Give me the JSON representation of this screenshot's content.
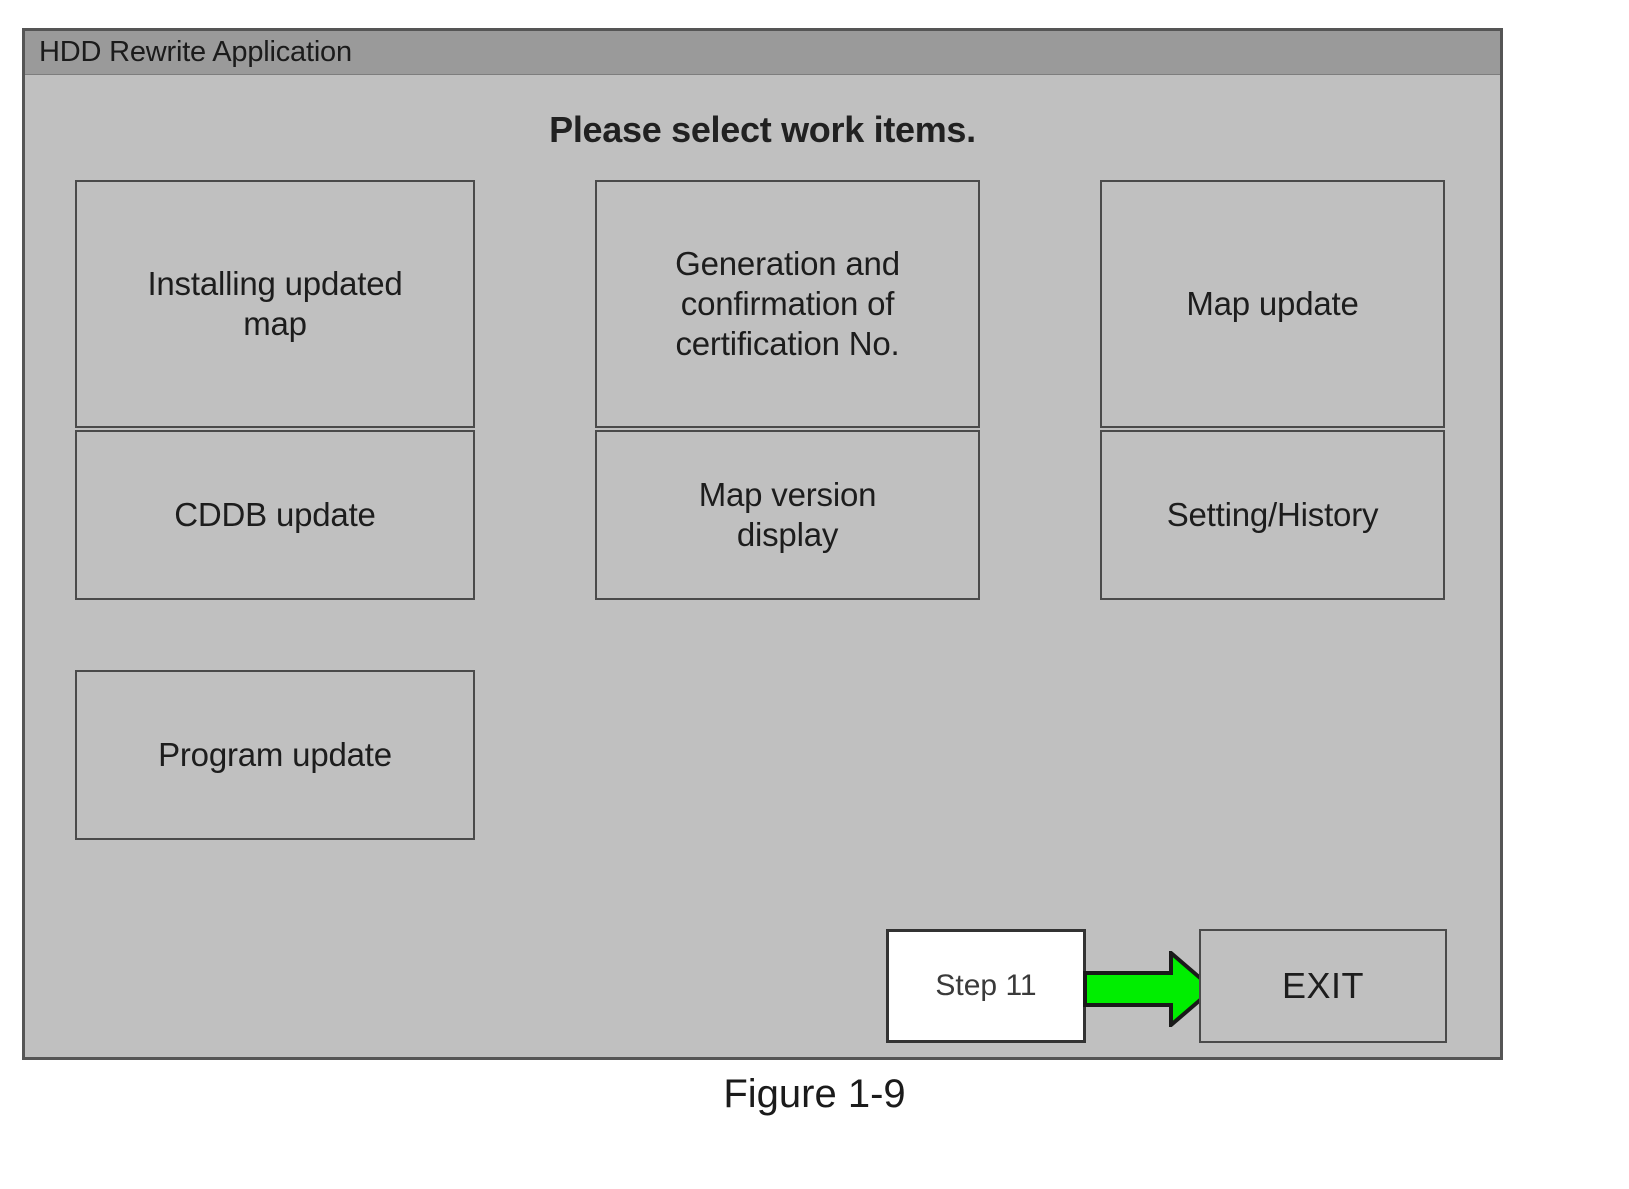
{
  "window": {
    "title": "HDD Rewrite Application",
    "heading": "Please select work items.",
    "title_bar_color": "#9a9a9a",
    "body_color": "#c0c0c0",
    "border_color": "#555555"
  },
  "work_items": [
    {
      "id": "installing-updated-map",
      "label": "Installing updated\nmap"
    },
    {
      "id": "generation-confirmation-certification-no",
      "label": "Generation and\nconfirmation of\ncertification No."
    },
    {
      "id": "map-update",
      "label": "Map update"
    },
    {
      "id": "cddb-update",
      "label": "CDDB update"
    },
    {
      "id": "map-version-display",
      "label": "Map version\ndisplay"
    },
    {
      "id": "setting-history",
      "label": "Setting/History"
    },
    {
      "id": "program-update",
      "label": "Program update"
    }
  ],
  "callout": {
    "step_label": "Step 11",
    "arrow_color": "#00ee00",
    "arrow_outline_color": "#1a1a1a",
    "arrow_direction": "right"
  },
  "exit": {
    "label": "EXIT"
  },
  "figure": {
    "caption": "Figure 1-9"
  }
}
